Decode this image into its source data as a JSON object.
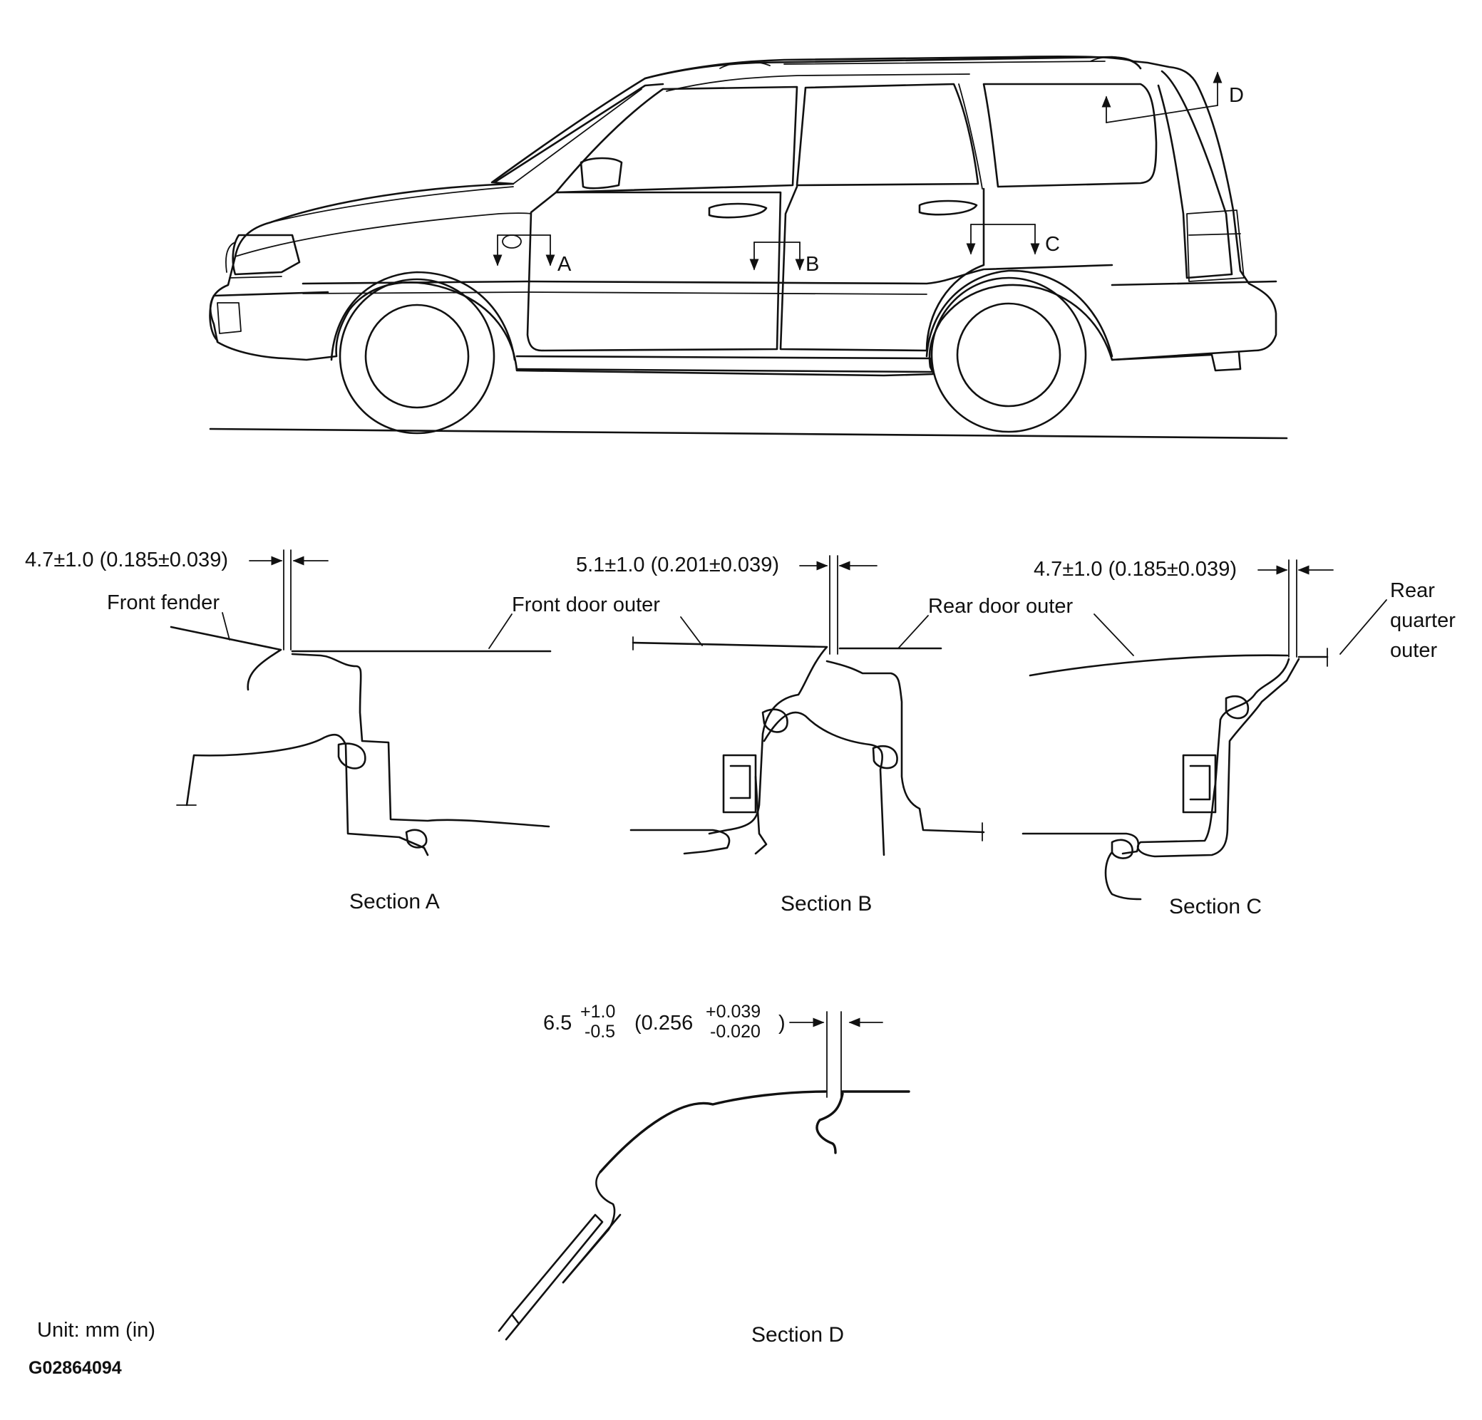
{
  "callouts": {
    "a": "A",
    "b": "B",
    "c": "C",
    "d": "D"
  },
  "section_a": {
    "tolerance": "4.7±1.0  (0.185±0.039)",
    "label_left": "Front fender",
    "label_right": "Front  door  outer",
    "caption": "Section A"
  },
  "section_b": {
    "tolerance": "5.1±1.0  (0.201±0.039)",
    "label": "Rear  door  outer",
    "caption": "Section B"
  },
  "section_c": {
    "tolerance": "4.7±1.0  (0.185±0.039)",
    "label_line1": "Rear",
    "label_line2": "quarter",
    "label_line3": "outer",
    "caption": "Section C"
  },
  "section_d": {
    "nominal": "6.5",
    "plus": "+1.0",
    "minus": "-0.5",
    "inch_nominal": "(0.256",
    "inch_plus": "+0.039",
    "inch_minus": "-0.020",
    "close_paren": ")",
    "caption": "Section D"
  },
  "footer": {
    "unit": "Unit: mm (in)",
    "figure_id": "G02864094"
  }
}
